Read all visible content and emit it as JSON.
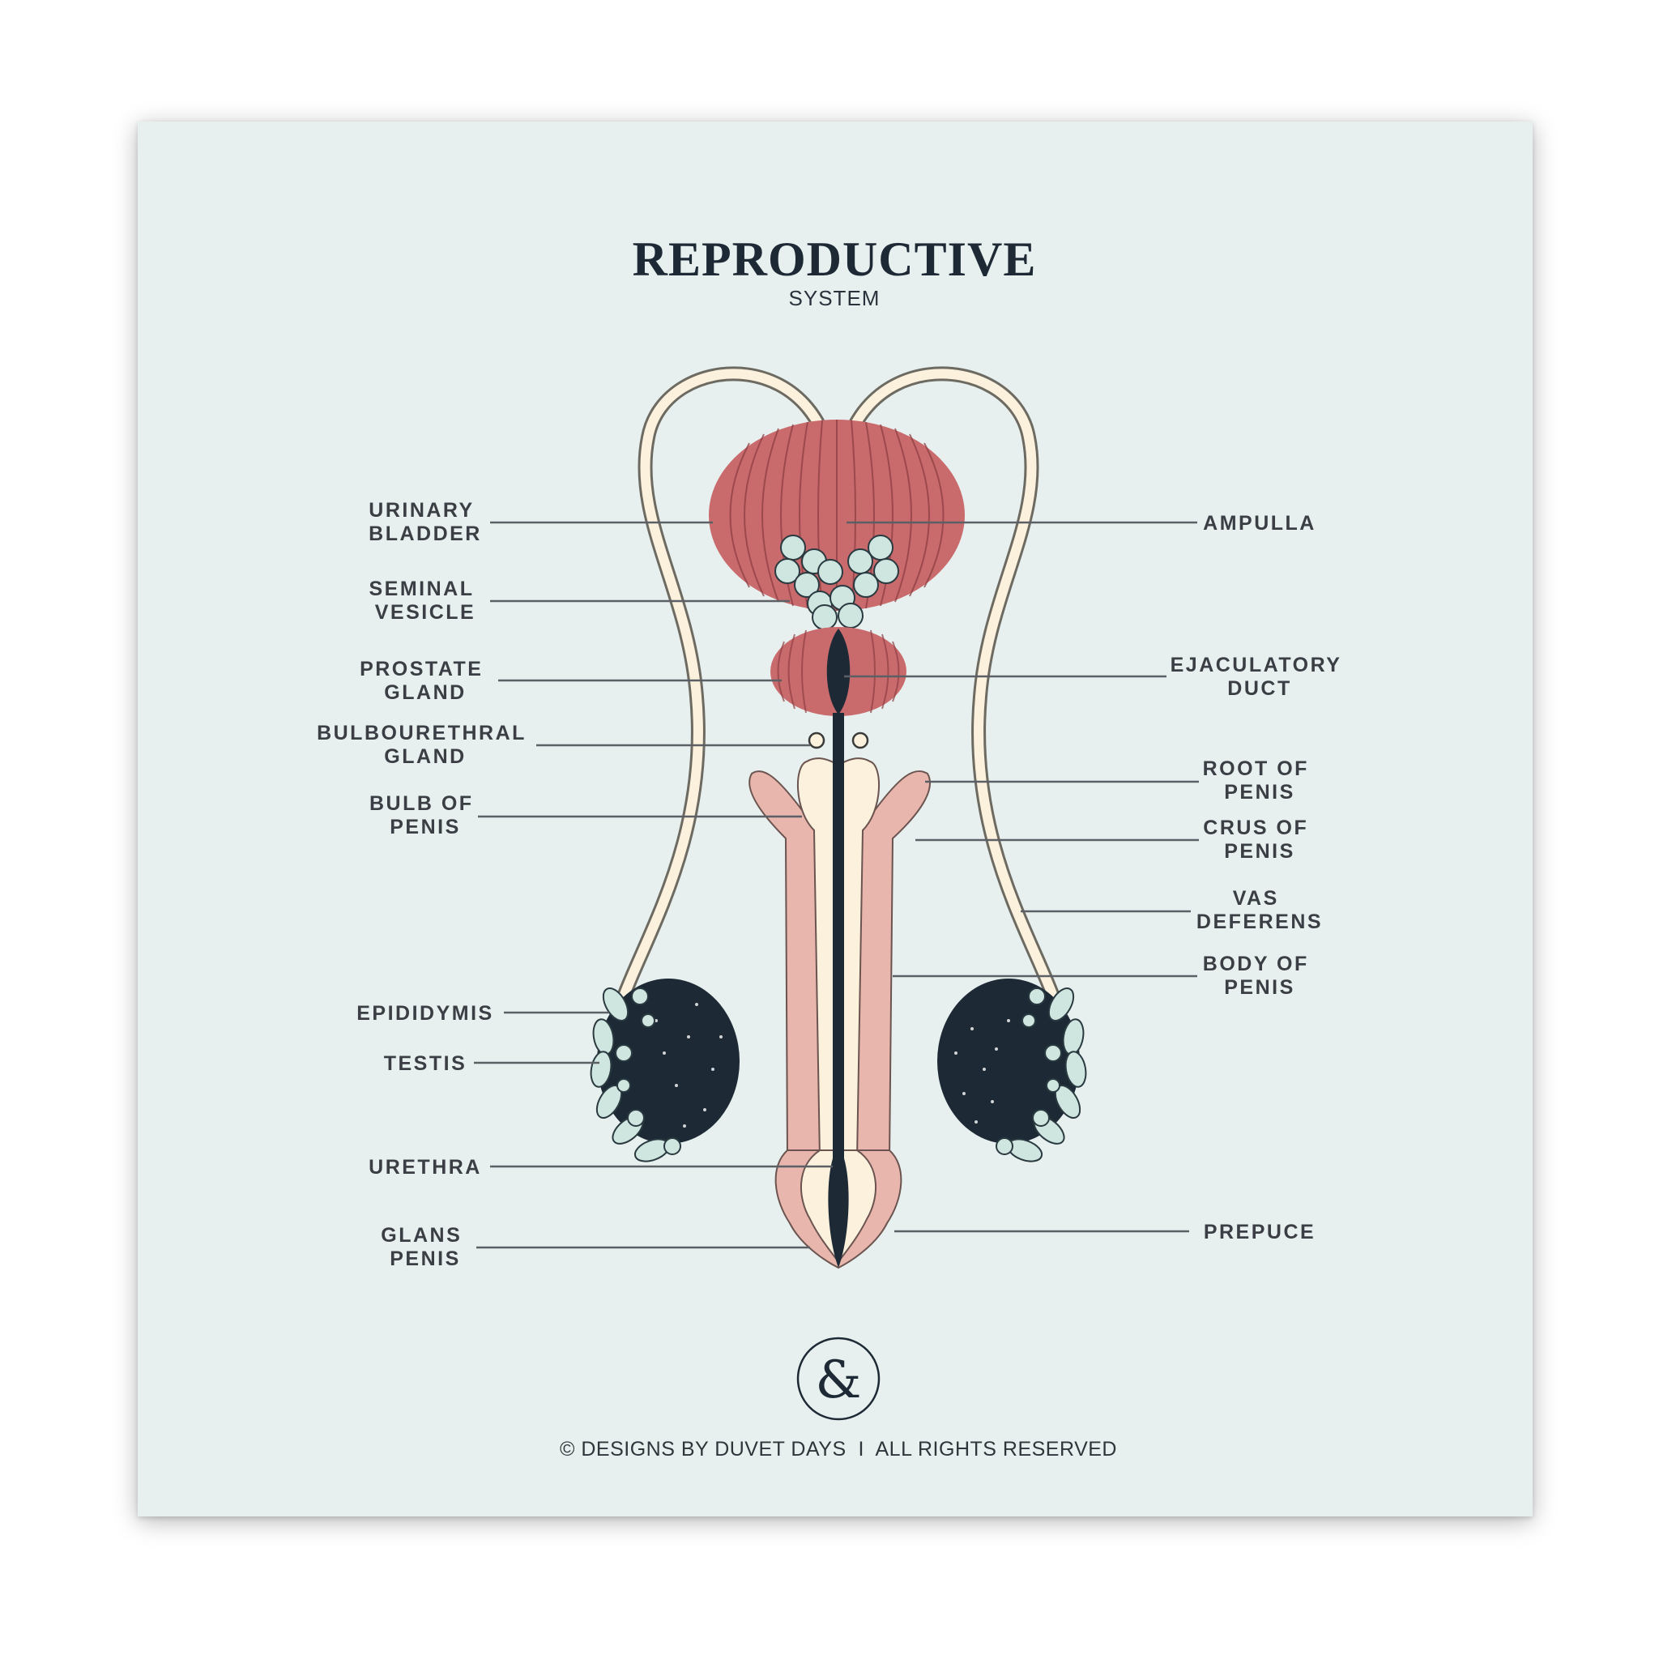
{
  "header": {
    "title": "REPRODUCTIVE",
    "subtitle": "SYSTEM"
  },
  "labels_left": [
    {
      "id": "urinary-bladder",
      "lines": [
        "URINARY",
        "BLADDER"
      ]
    },
    {
      "id": "seminal-vesicle",
      "lines": [
        "SEMINAL",
        "VESICLE"
      ]
    },
    {
      "id": "prostate-gland",
      "lines": [
        "PROSTATE",
        "GLAND"
      ]
    },
    {
      "id": "bulbourethral-gland",
      "lines": [
        "BULBOURETHRAL",
        "GLAND"
      ]
    },
    {
      "id": "bulb-of-penis",
      "lines": [
        "BULB OF",
        "PENIS"
      ]
    },
    {
      "id": "epididymis",
      "lines": [
        "EPIDIDYMIS"
      ]
    },
    {
      "id": "testis",
      "lines": [
        "TESTIS"
      ]
    },
    {
      "id": "urethra",
      "lines": [
        "URETHRA"
      ]
    },
    {
      "id": "glans-penis",
      "lines": [
        "GLANS",
        "PENIS"
      ]
    }
  ],
  "labels_right": [
    {
      "id": "ampulla",
      "lines": [
        "AMPULLA"
      ]
    },
    {
      "id": "ejaculatory-duct",
      "lines": [
        "EJACULATORY",
        "DUCT"
      ]
    },
    {
      "id": "root-of-penis",
      "lines": [
        "ROOT OF",
        "PENIS"
      ]
    },
    {
      "id": "crus-of-penis",
      "lines": [
        "CRUS OF",
        "PENIS"
      ]
    },
    {
      "id": "vas-deferens",
      "lines": [
        "VAS",
        "DEFERENS"
      ]
    },
    {
      "id": "body-of-penis",
      "lines": [
        "BODY OF",
        "PENIS"
      ]
    },
    {
      "id": "prepuce",
      "lines": [
        "PREPUCE"
      ]
    }
  ],
  "logo": {
    "symbol": "&"
  },
  "footer": {
    "copyright": "© DESIGNS BY DUVET DAYS  I  ALL RIGHTS RESERVED"
  },
  "colors": {
    "background": "#e7f0ee",
    "bladder": "#c96a6c",
    "penis_body": "#e8b6ad",
    "cream": "#fbf1dd",
    "navy": "#1d2a36",
    "vesicle": "#cfe5e0"
  }
}
